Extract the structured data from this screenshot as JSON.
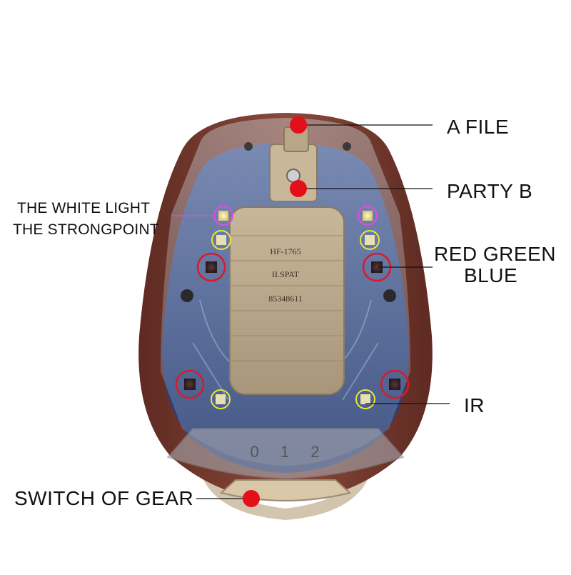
{
  "labels": {
    "a_file": "A FILE",
    "party_b": "PARTY B",
    "white_light_line1": "THE WHITE LIGHT",
    "white_light_line2": "THE STRONGPOINT",
    "rgb_line1": "RED GREEN",
    "rgb_line2": "BLUE",
    "ir": "IR",
    "switch_of_gear": "SWITCH OF GEAR"
  },
  "device_text": {
    "model": "HF-1765",
    "brand": "II.SPAT",
    "serial": "85348611",
    "gear_positions": "0 1 2"
  },
  "colors": {
    "callout_dot": "#e3101a",
    "white_led_ring": "#d850e0",
    "ir_led_ring": "#e8e838",
    "rgb_led_ring": "#d81a2a",
    "housing": "#7a3a30",
    "circuit_board": "#2a4a8a"
  }
}
